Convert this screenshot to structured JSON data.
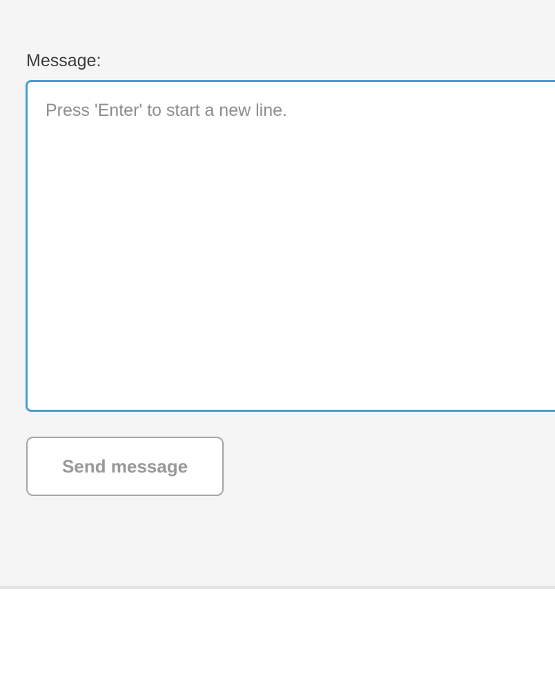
{
  "form": {
    "message_label": "Message:",
    "textarea_value": "",
    "textarea_placeholder": "Press 'Enter' to start a new line.",
    "send_button_label": "Send message"
  },
  "colors": {
    "panel_background": "#f5f5f6",
    "divider": "#e4e4e5",
    "textarea_focus_border": "#4a9dca",
    "textarea_background": "#ffffff",
    "placeholder_text": "#8d8d8d",
    "label_text": "#3b3b3b",
    "button_border": "#a5a5a5",
    "button_text": "#999999",
    "lower_background": "#ffffff"
  }
}
